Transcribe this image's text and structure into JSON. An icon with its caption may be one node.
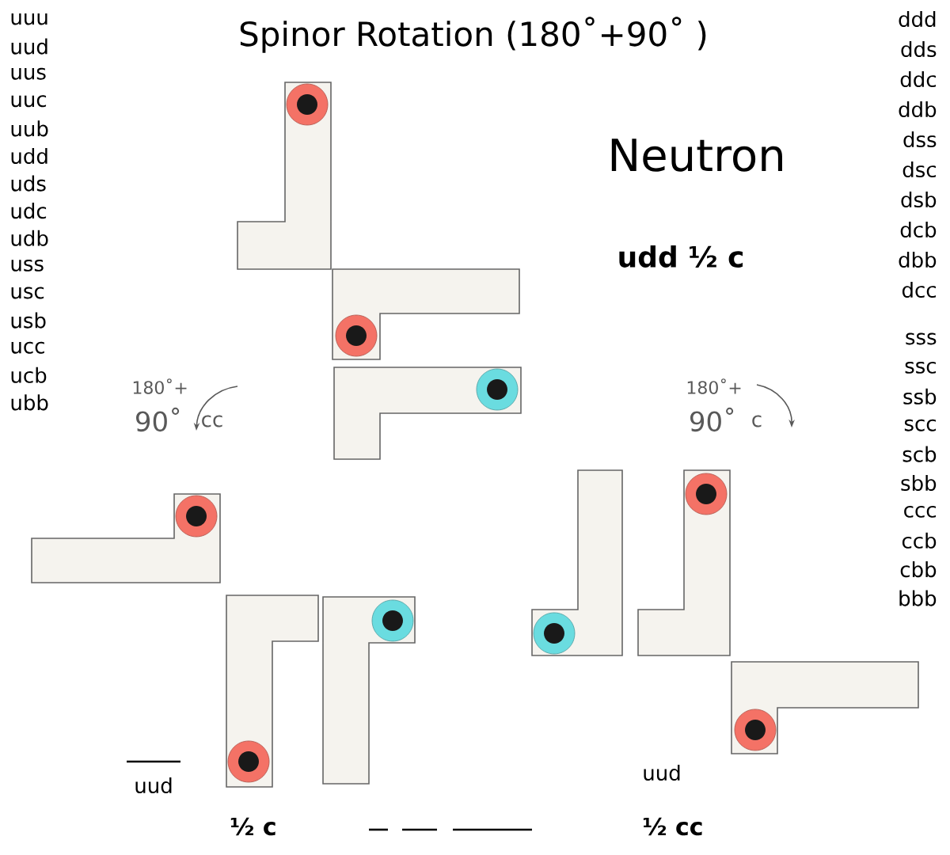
{
  "diagram": {
    "title": "Spinor Rotation (180˚+90˚ )",
    "labels": [
      "uuu",
      "uud",
      "uus",
      "uuc",
      "uub",
      "udd",
      "uds",
      "udc",
      "udb",
      "uss",
      "usc",
      "usb",
      "ucc",
      "ucb",
      "ubb",
      "ddd",
      "dds",
      "ddc",
      "ddb",
      "dss",
      "dsc",
      "dsb",
      "dcb",
      "dbb",
      "dcc",
      "sss",
      "ssc",
      "ssb",
      "scc",
      "scb",
      "sbb",
      "ccc",
      "ccb",
      "cbb",
      "bbb",
      "Neutron",
      "udd ½ c",
      "180˚+",
      "90˚",
      "cc",
      "180˚+",
      "90˚",
      "c",
      "uud",
      "½ c",
      "uud",
      "½ cc"
    ]
  }
}
